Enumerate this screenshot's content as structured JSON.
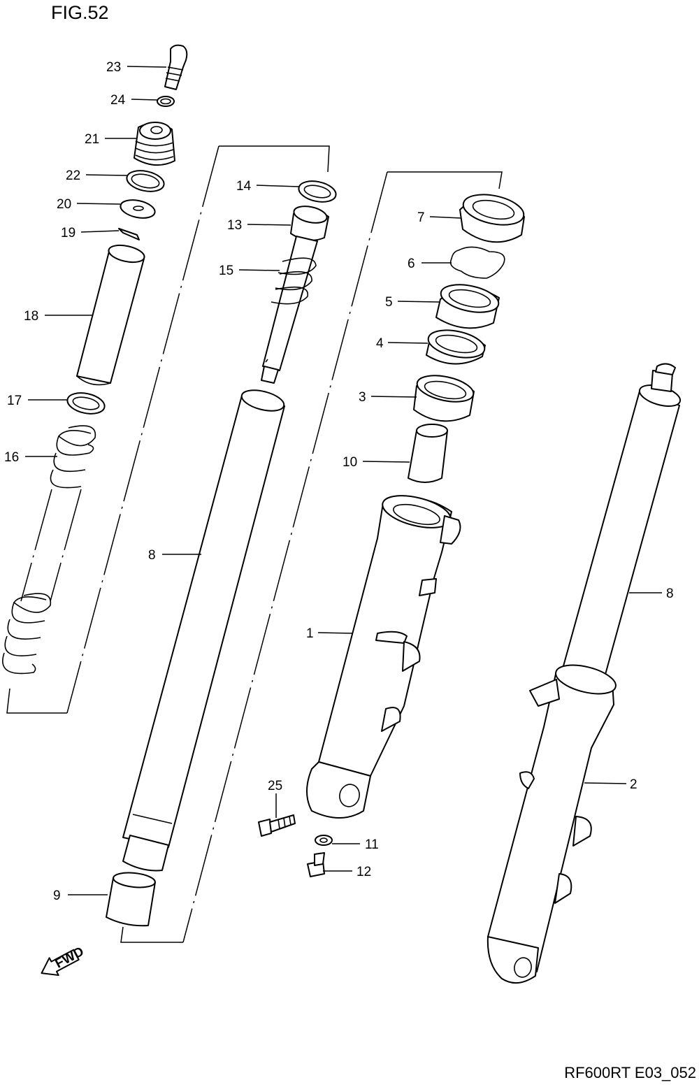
{
  "figure": {
    "title": "FIG.52",
    "code": "RF600RT E03_052"
  },
  "callouts": [
    {
      "id": "23",
      "text": "23"
    },
    {
      "id": "24",
      "text": "24"
    },
    {
      "id": "21",
      "text": "21"
    },
    {
      "id": "22",
      "text": "22"
    },
    {
      "id": "20",
      "text": "20"
    },
    {
      "id": "19",
      "text": "19"
    },
    {
      "id": "18",
      "text": "18"
    },
    {
      "id": "17",
      "text": "17"
    },
    {
      "id": "16",
      "text": "16"
    },
    {
      "id": "14",
      "text": "14"
    },
    {
      "id": "13",
      "text": "13"
    },
    {
      "id": "15",
      "text": "15"
    },
    {
      "id": "8a",
      "text": "8"
    },
    {
      "id": "9",
      "text": "9"
    },
    {
      "id": "7",
      "text": "7"
    },
    {
      "id": "6",
      "text": "6"
    },
    {
      "id": "5",
      "text": "5"
    },
    {
      "id": "4",
      "text": "4"
    },
    {
      "id": "3",
      "text": "3"
    },
    {
      "id": "10",
      "text": "10"
    },
    {
      "id": "1",
      "text": "1"
    },
    {
      "id": "25",
      "text": "25"
    },
    {
      "id": "11",
      "text": "11"
    },
    {
      "id": "12",
      "text": "12"
    },
    {
      "id": "8b",
      "text": "8"
    },
    {
      "id": "2",
      "text": "2"
    }
  ],
  "fwd_arrow": {
    "label": "FWD",
    "icon": "fwd-arrow-icon"
  }
}
